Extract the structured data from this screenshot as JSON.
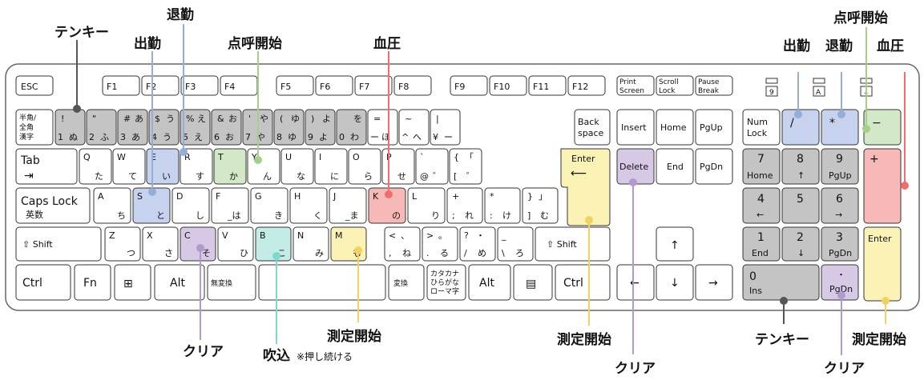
{
  "colors": {
    "gray": "#c4c4c4",
    "blue": "#c6d2ee",
    "green": "#d3e8c6",
    "red": "#f7b8b8",
    "purple": "#d7c9e6",
    "teal": "#c3ece6",
    "yellow": "#fbf3b5",
    "white": "#ffffff",
    "line_gray": "#555555",
    "line_blue": "#93aedb",
    "line_green": "#a4d08a",
    "line_red": "#ef6f6f",
    "line_purple": "#b299d0",
    "line_teal": "#7ed9cd",
    "line_yellow": "#f2d163"
  },
  "callouts": {
    "tenkey_top": "テンキー",
    "shukkin_top": "出勤",
    "taikin_top": "退勤",
    "tenko_top": "点呼開始",
    "ketsuatsu_top": "血圧",
    "shukkin_num": "出勤",
    "taikin_num": "退勤",
    "tenko_num": "点呼開始",
    "ketsuatsu_num": "血圧",
    "clear_c": "クリア",
    "fukikomi": "吹込",
    "fukikomi_note": "※押し続ける",
    "sokutei_m": "測定開始",
    "sokutei_enter": "測定開始",
    "clear_delete": "クリア",
    "tenkey_bottom": "テンキー",
    "sokutei_numenter": "測定開始",
    "clear_numdot": "クリア"
  },
  "keys": {
    "esc": "ESC",
    "f1": "F1",
    "f2": "F2",
    "f3": "F3",
    "f4": "F4",
    "f5": "F5",
    "f6": "F6",
    "f7": "F7",
    "f8": "F8",
    "f9": "F9",
    "f10": "F10",
    "f11": "F11",
    "f12": "F12",
    "print_1": "Print",
    "print_2": "Screen",
    "scroll_1": "Scroll",
    "scroll_2": "Lock",
    "pause_1": "Pause",
    "pause_2": "Break",
    "ind_9": "9",
    "ind_a": "A",
    "ind_arrow": "↓",
    "hankaku_1": "半角/",
    "hankaku_2": "全角",
    "hankaku_3": "漢字",
    "n1_a": "!",
    "n1_b": "1",
    "n1_c": "ぬ",
    "n2_a": "\"",
    "n2_b": "2",
    "n2_c": "ふ",
    "n3_a": "#",
    "n3_k": "あ",
    "n3_b": "3",
    "n3_c": "あ",
    "n4_a": "$",
    "n4_k": "う",
    "n4_b": "4",
    "n4_c": "う",
    "n5_a": "%",
    "n5_k": "え",
    "n5_b": "5",
    "n5_c": "え",
    "n6_a": "&",
    "n6_k": "お",
    "n6_b": "6",
    "n6_c": "お",
    "n7_a": "'",
    "n7_k": "や",
    "n7_b": "7",
    "n7_c": "や",
    "n8_a": "(",
    "n8_k": "ゆ",
    "n8_b": "8",
    "n8_c": "ゆ",
    "n9_a": ")",
    "n9_k": "よ",
    "n9_b": "9",
    "n9_c": "よ",
    "n0_k": "を",
    "n0_b": "0",
    "n0_c": "わ",
    "minus_a": "=",
    "minus_b": "ー",
    "minus_c": "ほ",
    "caret_a": "~",
    "caret_b": "^",
    "caret_c": "へ",
    "yen_a": "|",
    "yen_b": "¥",
    "yen_c": "ー",
    "back_1": "Back",
    "back_2": "space",
    "insert": "Insert",
    "home": "Home",
    "pgup": "PgUp",
    "numlock_1": "Num",
    "numlock_2": "Lock",
    "num_slash": "/",
    "num_star": "*",
    "num_minus": "−",
    "tab": "Tab",
    "tab_arrow": "⇥",
    "q_a": "Q",
    "q_b": "た",
    "w_a": "W",
    "w_b": "て",
    "e_a": "E",
    "e_b": "い",
    "r_a": "R",
    "r_b": "す",
    "t_a": "T",
    "t_b": "か",
    "y_a": "Y",
    "y_b": "ん",
    "u_a": "U",
    "u_b": "な",
    "i_a": "I",
    "i_b": "に",
    "o_a": "O",
    "o_b": "ら",
    "p_a": "P",
    "p_b": "せ",
    "at_a": "`",
    "at_b": "@",
    "at_c": "゛",
    "lbr_a": "{",
    "lbr_k": "「",
    "lbr_b": "[",
    "lbr_c": "゜",
    "enter": "Enter",
    "enter_arrow": "⟵",
    "delete": "Delete",
    "end": "End",
    "pgdn": "PgDn",
    "num7_a": "7",
    "num7_b": "Home",
    "num8_a": "8",
    "num8_b": "↑",
    "num9_a": "9",
    "num9_b": "PgUp",
    "num_plus": "+",
    "caps_1": "Caps Lock",
    "caps_2": "英数",
    "a_a": "A",
    "a_b": "ち",
    "s_a": "S",
    "s_b": "と",
    "d_a": "D",
    "d_b": "し",
    "f_a": "F",
    "f_b": "_は",
    "g_a": "G",
    "g_b": "き",
    "h_a": "H",
    "h_b": "く",
    "j_a": "J",
    "j_b": "_ま",
    "k_a": "K",
    "k_b": "の",
    "l_a": "L",
    "l_b": "り",
    "semi_a": "+",
    "semi_b": ";",
    "semi_c": "れ",
    "colon_a": "*",
    "colon_b": ":",
    "colon_c": "け",
    "rbr_a": "}",
    "rbr_k": "」",
    "rbr_b": "]",
    "rbr_c": "む",
    "num4_a": "4",
    "num4_b": "←",
    "num5_a": "5",
    "num6_a": "6",
    "num6_b": "→",
    "shift_l": "⇧ Shift",
    "z_a": "Z",
    "z_b": "つ",
    "x_a": "X",
    "x_b": "さ",
    "c_a": "C",
    "c_b": "そ",
    "v_a": "V",
    "v_b": "ひ",
    "b_a": "B",
    "b_b": "こ",
    "n_a": "N",
    "n_b": "み",
    "m_a": "M",
    "m_b": "も",
    "comma_a": "<",
    "comma_k": "、",
    "comma_b": ",",
    "comma_c": "ね",
    "period_a": ">",
    "period_k": "。",
    "period_b": ".",
    "period_c": "る",
    "slash_a": "?",
    "slash_k": "・",
    "slash_b": "/",
    "slash_c": "め",
    "bslash_a": "_",
    "bslash_b": "\\",
    "bslash_c": "ろ",
    "shift_r": "⇧ Shift",
    "arrow_up": "↑",
    "num1_a": "1",
    "num1_b": "End",
    "num2_a": "2",
    "num2_b": "↓",
    "num3_a": "3",
    "num3_b": "PgDn",
    "num_enter": "Enter",
    "ctrl_l": "Ctrl",
    "fn": "Fn",
    "win": "⊞",
    "alt_l": "Alt",
    "muhenkan": "無変換",
    "henkan": "変換",
    "kana_1": "カタカナ",
    "kana_2": "ひらがな",
    "kana_3": "ローマ字",
    "alt_r": "Alt",
    "menu": "▤",
    "ctrl_r": "Ctrl",
    "arrow_left": "←",
    "arrow_down": "↓",
    "arrow_right": "→",
    "num0_a": "0",
    "num0_b": "Ins",
    "numdot_a": "・",
    "numdot_b": "PgDn"
  }
}
